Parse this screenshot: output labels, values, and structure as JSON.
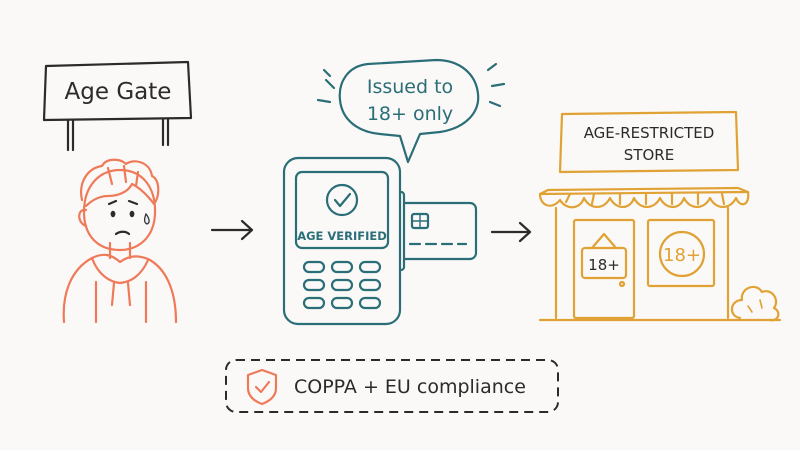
{
  "sign": {
    "text": "Age Gate"
  },
  "bubble": {
    "line1": "Issued to",
    "line2": "18+ only"
  },
  "terminal": {
    "screen_text": "AGE VERIFIED"
  },
  "store": {
    "sign_line1": "AGE-RESTRICTED",
    "sign_line2": "STORE",
    "door_sign": "18+",
    "window_sign": "18+"
  },
  "compliance": {
    "text": "COPPA + EU compliance"
  },
  "colors": {
    "person": "#ef7a5a",
    "terminal": "#2a6e78",
    "store": "#e0a235",
    "ink": "#2b2b2b"
  }
}
